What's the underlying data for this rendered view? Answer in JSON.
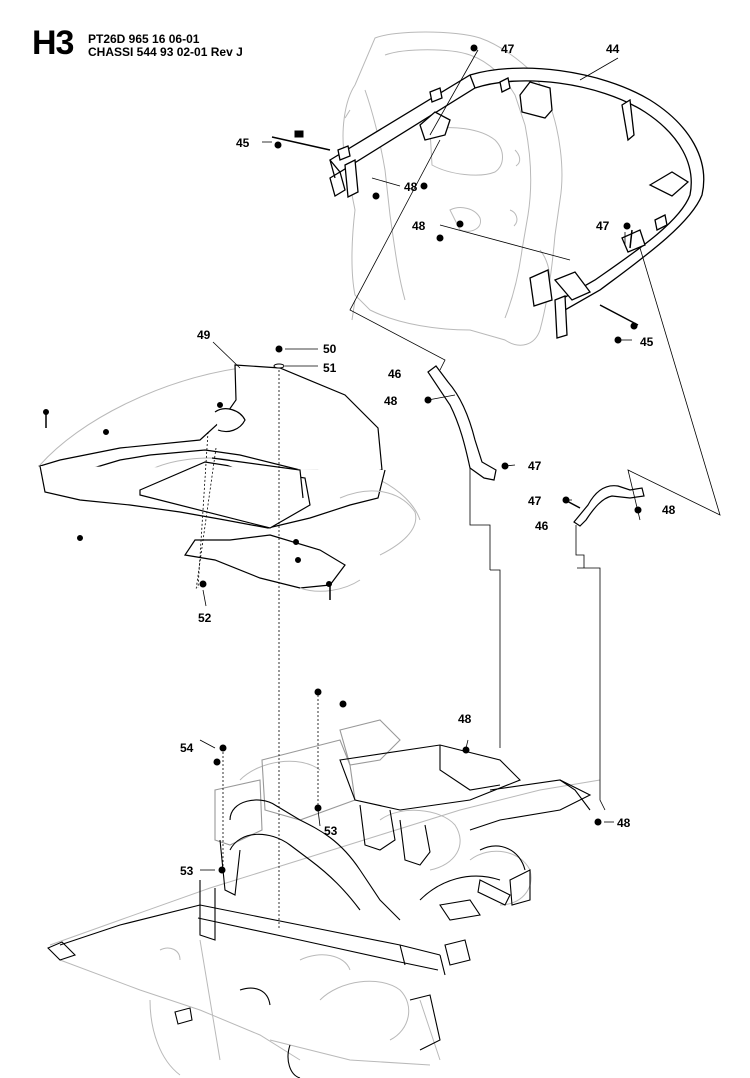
{
  "header": {
    "section_code": "H3",
    "model_line": "PT26D 965 16 06-01",
    "chassis_line": "CHASSI 544 93 02-01 Rev J"
  },
  "callouts": [
    {
      "id": "c44",
      "text": "44"
    },
    {
      "id": "c45a",
      "text": "45"
    },
    {
      "id": "c45b",
      "text": "45"
    },
    {
      "id": "c46a",
      "text": "46"
    },
    {
      "id": "c46b",
      "text": "46"
    },
    {
      "id": "c47a",
      "text": "47"
    },
    {
      "id": "c47b",
      "text": "47"
    },
    {
      "id": "c47c",
      "text": "47"
    },
    {
      "id": "c47d",
      "text": "47"
    },
    {
      "id": "c48a",
      "text": "48"
    },
    {
      "id": "c48b",
      "text": "48"
    },
    {
      "id": "c48c",
      "text": "48"
    },
    {
      "id": "c48d",
      "text": "48"
    },
    {
      "id": "c48e",
      "text": "48"
    },
    {
      "id": "c48f",
      "text": "48"
    },
    {
      "id": "c49",
      "text": "49"
    },
    {
      "id": "c50",
      "text": "50"
    },
    {
      "id": "c51",
      "text": "51"
    },
    {
      "id": "c52",
      "text": "52"
    },
    {
      "id": "c53a",
      "text": "53"
    },
    {
      "id": "c53b",
      "text": "53"
    },
    {
      "id": "c54",
      "text": "54"
    }
  ]
}
